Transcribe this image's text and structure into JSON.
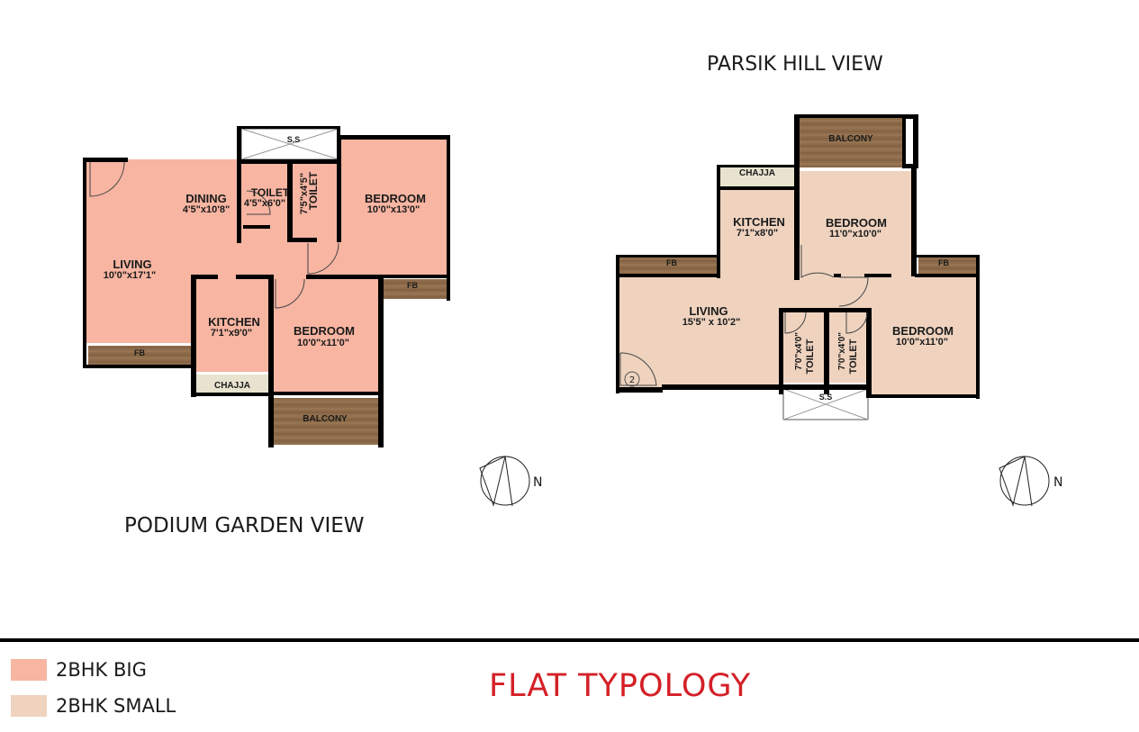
{
  "colors": {
    "big_fill": "#f7b5a2",
    "small_fill": "#efd3bf",
    "balcony": "#8e6c4b",
    "chajja": "#e8e3cf",
    "title": "#d42027"
  },
  "plan_big": {
    "view_caption": "PODIUM GARDEN VIEW",
    "rooms": [
      {
        "name": "DINING",
        "dim": "4'5\"x10'8\""
      },
      {
        "name": "TOILET",
        "dim": "4'5\"x6'0\""
      },
      {
        "name": "TOILET",
        "dim": "7'5\"x4'5\""
      },
      {
        "name": "BEDROOM",
        "dim": "10'0\"x13'0\""
      },
      {
        "name": "LIVING",
        "dim": "10'0\"x17'1\""
      },
      {
        "name": "KITCHEN",
        "dim": "7'1\"x9'0\""
      },
      {
        "name": "BEDROOM",
        "dim": "10'0\"x11'0\""
      }
    ],
    "ss": "S.S",
    "fb_left": "FB",
    "fb_right": "FB",
    "chajja": "CHAJJA",
    "balcony": "BALCONY",
    "north": "N"
  },
  "plan_small": {
    "view_caption": "PARSIK HILL VIEW",
    "rooms": [
      {
        "name": "KITCHEN",
        "dim": "7'1\"x8'0\""
      },
      {
        "name": "BEDROOM",
        "dim": "11'0\"x10'0\""
      },
      {
        "name": "LIVING",
        "dim": "15'5\" x 10'2\""
      },
      {
        "name": "TOILET",
        "dim": "7'0\"x4'0\""
      },
      {
        "name": "TOILET",
        "dim": "7'0\"x4'0\""
      },
      {
        "name": "BEDROOM",
        "dim": "10'0\"x11'0\""
      }
    ],
    "balcony": "BALCONY",
    "chajja": "CHAJJA",
    "fb_left": "FB",
    "fb_right": "FB",
    "ss": "S.S",
    "entry_number": "2",
    "north": "N"
  },
  "legend": [
    {
      "label": "2BHK BIG",
      "color": "#f7b5a2"
    },
    {
      "label": "2BHK SMALL",
      "color": "#efd3bf"
    }
  ],
  "footer_title": "FLAT TYPOLOGY"
}
